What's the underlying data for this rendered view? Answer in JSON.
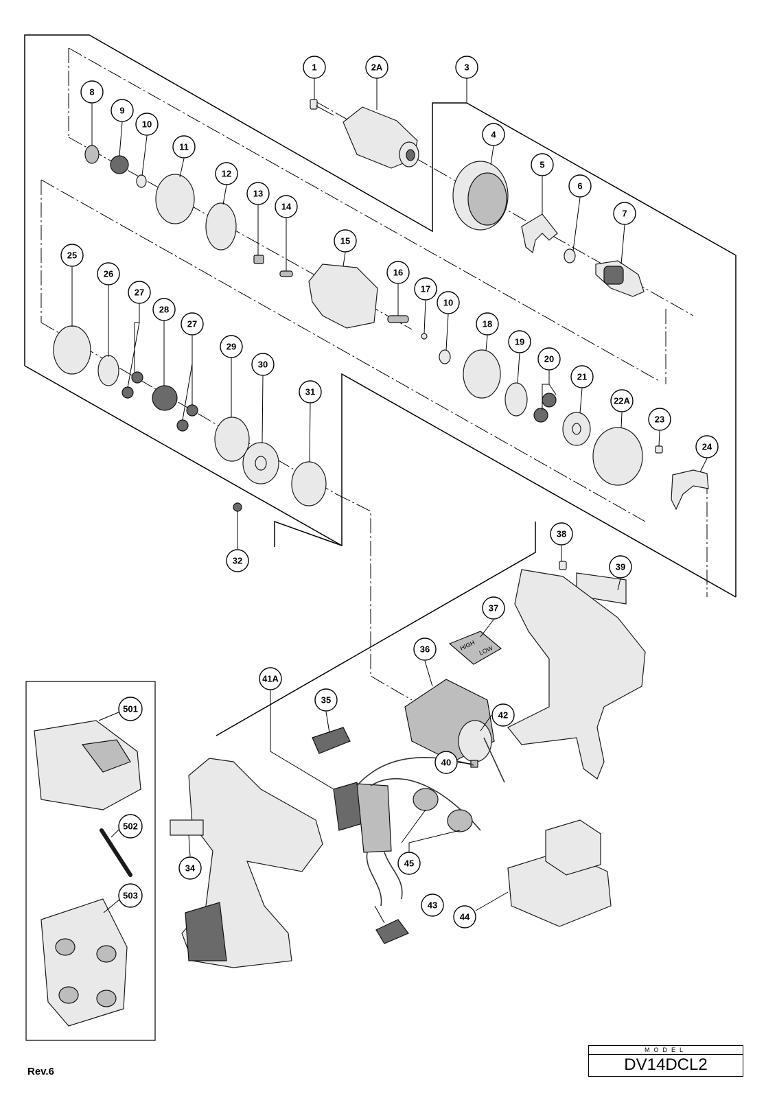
{
  "revision": "Rev.6",
  "model_caption": "MODEL",
  "model_name": "DV14DCL2",
  "callouts": {
    "p1": "1",
    "p2A": "2A",
    "p3": "3",
    "p4": "4",
    "p5": "5",
    "p6": "6",
    "p7": "7",
    "p8": "8",
    "p9": "9",
    "p10a": "10",
    "p10b": "10",
    "p11": "11",
    "p12": "12",
    "p13": "13",
    "p14": "14",
    "p15": "15",
    "p16": "16",
    "p17": "17",
    "p18": "18",
    "p19": "19",
    "p20": "20",
    "p21": "21",
    "p22A": "22A",
    "p23": "23",
    "p24": "24",
    "p25": "25",
    "p26": "26",
    "p27a": "27",
    "p27b": "27",
    "p28": "28",
    "p29": "29",
    "p30": "30",
    "p31": "31",
    "p32": "32",
    "p34": "34",
    "p35": "35",
    "p36": "36",
    "p37": "37",
    "p38": "38",
    "p39": "39",
    "p40": "40",
    "p41A": "41A",
    "p42": "42",
    "p43": "43",
    "p44": "44",
    "p45": "45",
    "p501": "501",
    "p502": "502",
    "p503": "503"
  },
  "switch_plate": {
    "high": "HIGH",
    "low": "LOW"
  }
}
